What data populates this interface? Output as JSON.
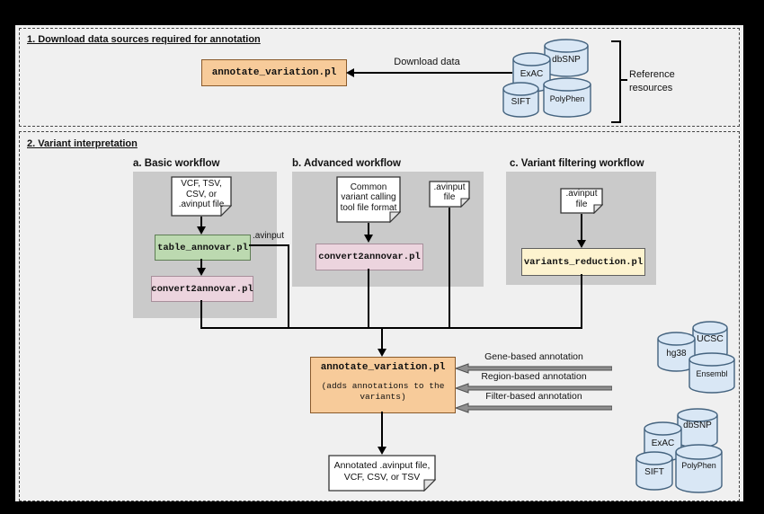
{
  "colors": {
    "page_bg": "#f0f0f0",
    "panel_gray": "#cacaca",
    "orange_fill": "#f7cb9a",
    "green_fill": "#bcd9b0",
    "pink_fill": "#ecd4de",
    "yellow_fill": "#fdf3cf",
    "cylinder_fill": "#d9e7f5",
    "cylinder_border": "#44637f",
    "block_arrow_fill": "#8f8f8f"
  },
  "section1": {
    "title": "1. Download data sources required for annotation",
    "tool": "annotate_variation.pl",
    "download_label": "Download data",
    "bracket_label": "Reference resources",
    "databases": {
      "dbsnp": "dbSNP",
      "exac": "ExAC",
      "polyphen": "PolyPhen",
      "sift": "SIFT"
    }
  },
  "section2": {
    "title": "2. Variant interpretation",
    "basic": {
      "heading": "a. Basic workflow",
      "input_doc": "VCF, TSV, CSV, or .avinput file",
      "tool1": "table_annovar.pl",
      "edge_label": ".avinput",
      "tool2": "convert2annovar.pl"
    },
    "advanced": {
      "heading": "b. Advanced workflow",
      "input_doc": "Common variant calling tool file format",
      "tool": "convert2annovar.pl",
      "side_doc": ".avinput file"
    },
    "filtering": {
      "heading": "c. Variant filtering workflow",
      "input_doc": ".avinput file",
      "tool": "variants_reduction.pl"
    },
    "central": {
      "tool": "annotate_variation.pl",
      "note": "(adds annotations to the variants)"
    },
    "annotation_arrows": [
      {
        "label": "Gene-based annotation"
      },
      {
        "label": "Region-based annotation"
      },
      {
        "label": "Filter-based annotation"
      }
    ],
    "gene_region_dbs": {
      "ucsc": "UCSC",
      "hg38": "hg38",
      "ensembl": "Ensembl"
    },
    "filter_dbs": {
      "dbsnp": "dbSNP",
      "exac": "ExAC",
      "polyphen": "PolyPhen",
      "sift": "SIFT"
    },
    "output_doc": "Annotated .avinput file, VCF, CSV, or TSV"
  }
}
